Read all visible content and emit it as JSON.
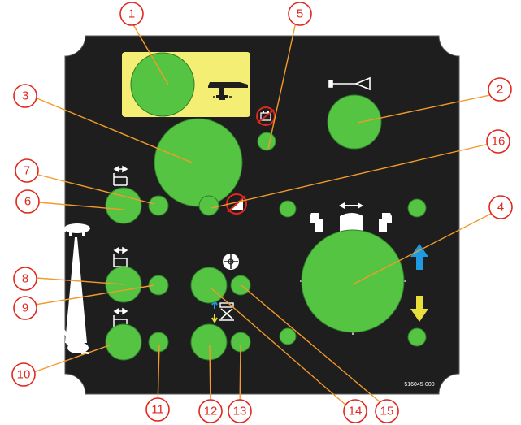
{
  "part_number": "516045-000",
  "callout_labels": [
    "1",
    "2",
    "3",
    "4",
    "5",
    "6",
    "7",
    "8",
    "9",
    "10",
    "11",
    "12",
    "13",
    "14",
    "15",
    "16"
  ],
  "colors": {
    "panel": "#1e1e1e",
    "button": "#55c443",
    "button_stroke": "#2e7d2a",
    "callout": "#e0281e",
    "leader": "#f39a2a",
    "yellow_plate": "#f4ef74",
    "arrow_up": "#1e9be3",
    "arrow_down": "#e8df3c"
  },
  "icons": {
    "platform": "platform-icon",
    "horn": "horn-icon",
    "battery": "battery-warning-icon",
    "tilt": "tilt-warning-icon",
    "steer": "steer-icon",
    "drive_mode": "drive-mode-icon",
    "turtle": "turtle-icon",
    "rabbit": "rabbit-icon",
    "lift": "lift-icon",
    "crosshair": "crosshair-icon"
  }
}
